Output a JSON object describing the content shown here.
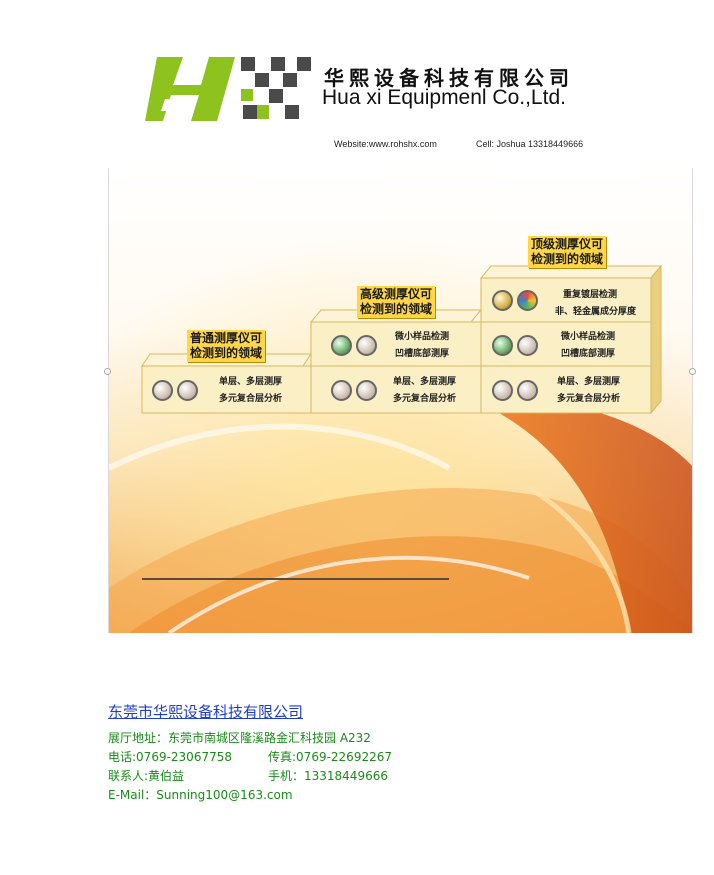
{
  "header": {
    "company_cn": "华熙设备科技有限公司",
    "company_en": "Hua xi Equipmenl Co.,Ltd.",
    "website": "Website:www.rohshx.com",
    "cell": "Cell: Joshua 13318449666"
  },
  "brochure": {
    "steps": [
      {
        "title_line1": "普通测厚仪可",
        "title_line2": "检测到的领域",
        "rows": [
          {
            "line1": "单层、多层测厚",
            "line2": "多元复合层分析"
          }
        ]
      },
      {
        "title_line1": "高级测厚仪可",
        "title_line2": "检测到的领域",
        "rows": [
          {
            "line1": "微小样品检测",
            "line2": "凹槽底部测厚"
          },
          {
            "line1": "单层、多层测厚",
            "line2": "多元复合层分析"
          }
        ]
      },
      {
        "title_line1": "顶级测厚仪可",
        "title_line2": "检测到的领域",
        "rows": [
          {
            "line1": "重复镀层检测",
            "line2": "非、轻金属成分厚度"
          },
          {
            "line1": "微小样品检测",
            "line2": "凹槽底部测厚"
          },
          {
            "line1": "单层、多层测厚",
            "line2": "多元复合层分析"
          }
        ]
      }
    ],
    "colors": {
      "step_fill": "#fbefc6",
      "step_border": "#d6b860",
      "label_bg": "#ffd54a",
      "logo_green": "#8dc21f",
      "logo_gray": "#4a4a4a"
    }
  },
  "footer": {
    "company": "东莞市华熙设备科技有限公司",
    "address": "展厅地址：东莞市南城区隆溪路金汇科技园 A232",
    "tel": "电话:0769-23067758",
    "fax": "传真:0769-22692267",
    "contact": "联系人:黄伯益",
    "mobile": "手机：13318449666",
    "email": "E-Mail：Sunning100@163.com"
  }
}
